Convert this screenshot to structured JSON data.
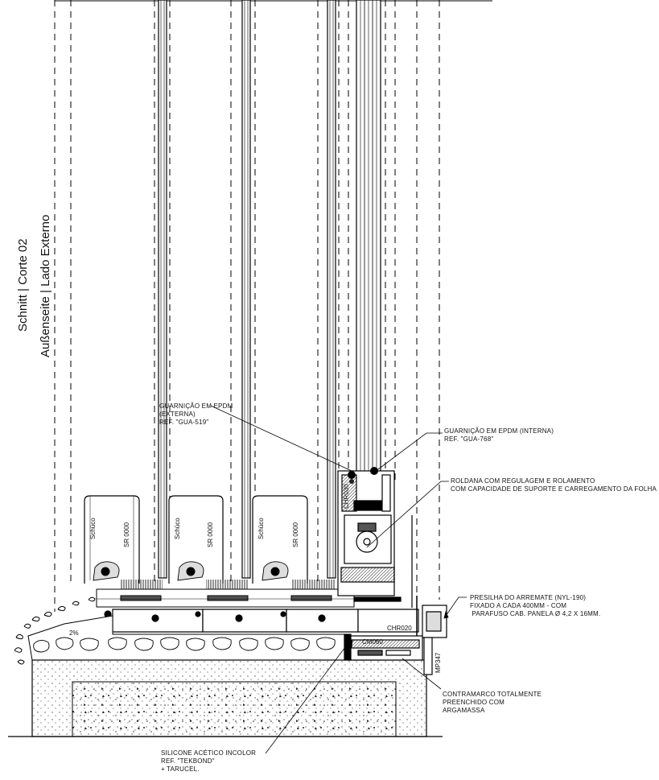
{
  "title_lines": {
    "line1": "Schnitt | Corte 02",
    "line2": "Außenseite | Lado Externo"
  },
  "annotations": {
    "gua519": "GUARNIÇÃO EM EPDM\n(EXTERNA)\nREF. \"GUA-519\"",
    "gua768": "GUARNIÇÃO EM EPDM (INTERNA)\nREF. \"GUA-768\"",
    "roldana": "ROLDANA COM REGULAGEM E ROLAMENTO\nCOM CAPACIDADE DE SUPORTE E CARREGAMENTO DA FOLHA",
    "presilha": "PRESILHA DO ARREMATE (NYL-190)\nFIXADO A CADA 400MM - COM\n PARAFUSO CAB. PANELA Ø 4,2 X 16MM.",
    "contramarco": "CONTRAMARCO TOTALMENTE\nPREENCHIDO COM\nARGAMASSA",
    "silicone": "SILICONE ACÉTICO INCOLOR\nREF. \"TEKBOND\"\n+ TARUCEL."
  },
  "profile_tags": {
    "chr030": "CHR030",
    "chr020": "CHR020",
    "cm060": "CM060",
    "mp347": "MP347",
    "slope": "2%"
  },
  "brand_marks": [
    "Schüco",
    "SR 0000"
  ]
}
